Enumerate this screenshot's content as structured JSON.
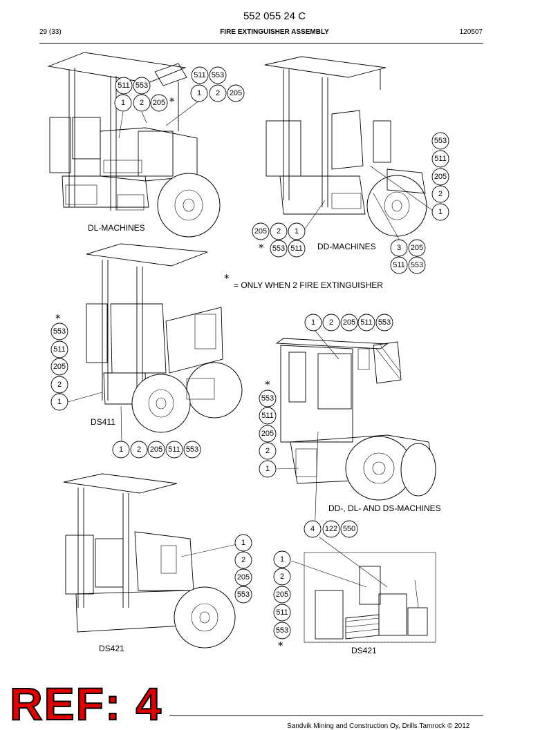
{
  "header": {
    "doc_number": "552 055 24 C",
    "page": "29 (33)",
    "title": "FIRE EXTINGUISHER ASSEMBLY",
    "date": "120507"
  },
  "note": {
    "star": "*",
    "text": "= ONLY WHEN 2 FIRE EXTINGUISHER"
  },
  "labels": {
    "dl": "DL-MACHINES",
    "dd": "DD-MACHINES",
    "ds411": "DS411",
    "all": "DD-, DL- AND DS-MACHINES",
    "ds421_left": "DS421",
    "ds421_right": "DS421"
  },
  "callouts": {
    "dl": [
      "511",
      "553",
      "1",
      "2",
      "205",
      "511",
      "553",
      "1",
      "2",
      "205"
    ],
    "dd_right": [
      "553",
      "511",
      "205",
      "2",
      "1"
    ],
    "dd_bottom": [
      "205",
      "2",
      "1",
      "553",
      "511",
      "3",
      "205",
      "511",
      "553"
    ],
    "ds411_left": [
      "553",
      "511",
      "205",
      "2",
      "1"
    ],
    "ds411_bottom": [
      "1",
      "2",
      "205",
      "511",
      "553"
    ],
    "all_top": [
      "1",
      "2",
      "205",
      "511",
      "553"
    ],
    "all_left": [
      "553",
      "511",
      "205",
      "2",
      "1"
    ],
    "all_bottom": [
      "4",
      "122",
      "550"
    ],
    "ds421_left": [
      "1",
      "2",
      "205",
      "553"
    ],
    "ds421_right": [
      "1",
      "2",
      "205",
      "511",
      "553"
    ]
  },
  "footer": {
    "text": "Sandvik Mining and Construction Oy, Drills Tamrock © 2012",
    "stamp": "REF: 4"
  }
}
